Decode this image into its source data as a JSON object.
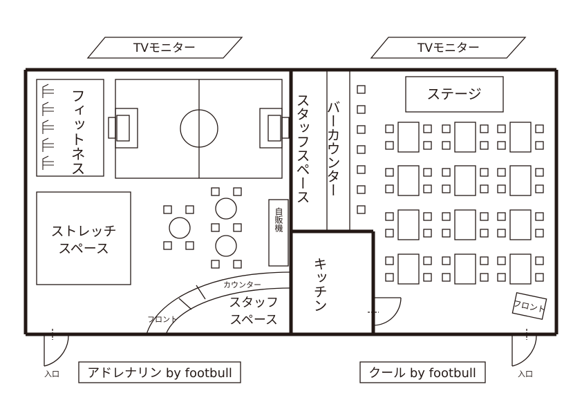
{
  "tv_monitor_left": "TVモニター",
  "tv_monitor_right": "TVモニター",
  "left_venue": {
    "fitness": "フィットネス",
    "stretch_line1": "ストレッチ",
    "stretch_line2": "スペース",
    "vending": "自販機",
    "counter": "カウンター",
    "front": "フロント",
    "staff_line1": "スタッフ",
    "staff_line2": "スペース",
    "entrance": "入口",
    "name": "アドレナリン by footbull"
  },
  "right_venue": {
    "staff_space": "スタッフスペース",
    "bar_counter": "バーカウンター",
    "stage": "ステージ",
    "kitchen": "キッチン",
    "front": "フロント",
    "entrance": "入口",
    "name": "クール by footbull"
  }
}
